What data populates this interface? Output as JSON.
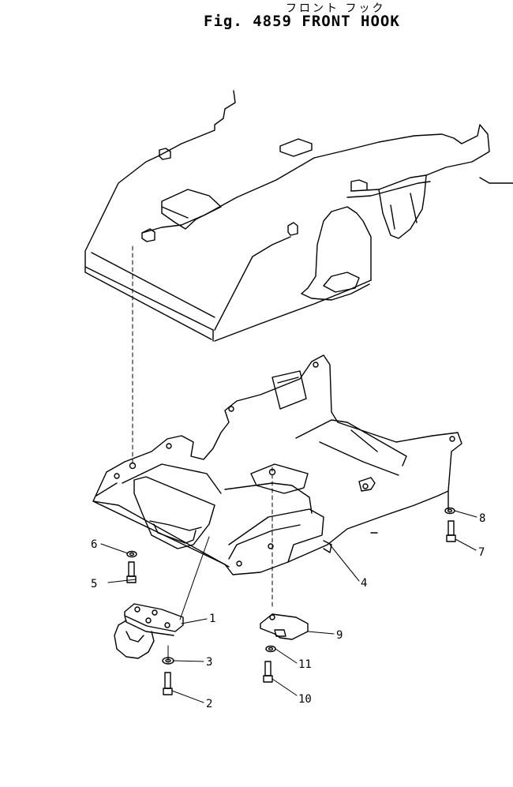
{
  "title": {
    "japanese": "フロント フック",
    "english": "Fig. 4859 FRONT HOOK"
  },
  "callouts": [
    "1",
    "2",
    "3",
    "4",
    "5",
    "6",
    "7",
    "8",
    "9",
    "10",
    "11"
  ]
}
